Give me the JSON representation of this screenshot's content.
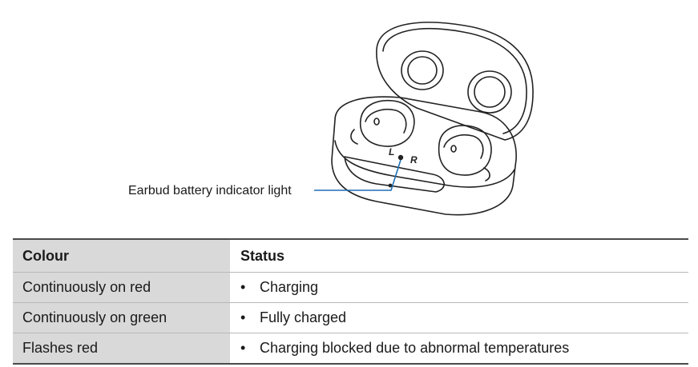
{
  "figure": {
    "callout_label": "Earbud battery indicator light",
    "left_marker": "L",
    "right_marker": "R"
  },
  "table": {
    "headers": {
      "colour": "Colour",
      "status": "Status"
    },
    "rows": [
      {
        "colour": "Continuously on red",
        "bullet": "•",
        "status": "Charging"
      },
      {
        "colour": "Continuously on green",
        "bullet": "•",
        "status": "Fully charged"
      },
      {
        "colour": "Flashes red",
        "bullet": "•",
        "status": "Charging blocked due to abnormal temperatures"
      }
    ]
  },
  "colors": {
    "callout_line": "#1f6fb5",
    "header_cell": "#d9d9d9",
    "rule": "#4a4a4a"
  }
}
